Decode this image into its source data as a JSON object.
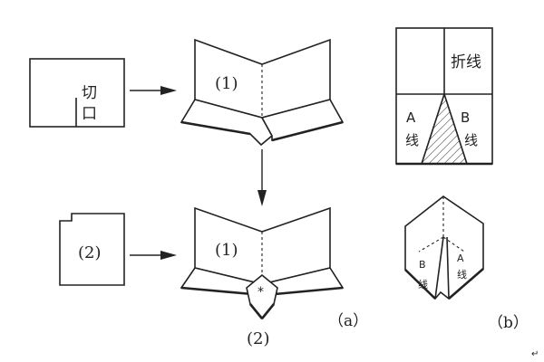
{
  "labels": {
    "cut": [
      "切",
      "口"
    ],
    "step1_top": "(1)",
    "step1_bottom": "(1)",
    "step2_box": "(2)",
    "step2_below": "(2)",
    "cut_mark": "*",
    "fig_a": "（a）",
    "fig_b": "（b）",
    "fold_line": "折线",
    "a_line": [
      "A",
      "线"
    ],
    "b_line": [
      "B",
      "线"
    ],
    "small_a": "A",
    "small_b": "B",
    "small_line_left": "线",
    "small_line_right": "线",
    "return_mark": "↵"
  },
  "colors": {
    "ink": "#222222",
    "background": "#ffffff"
  }
}
